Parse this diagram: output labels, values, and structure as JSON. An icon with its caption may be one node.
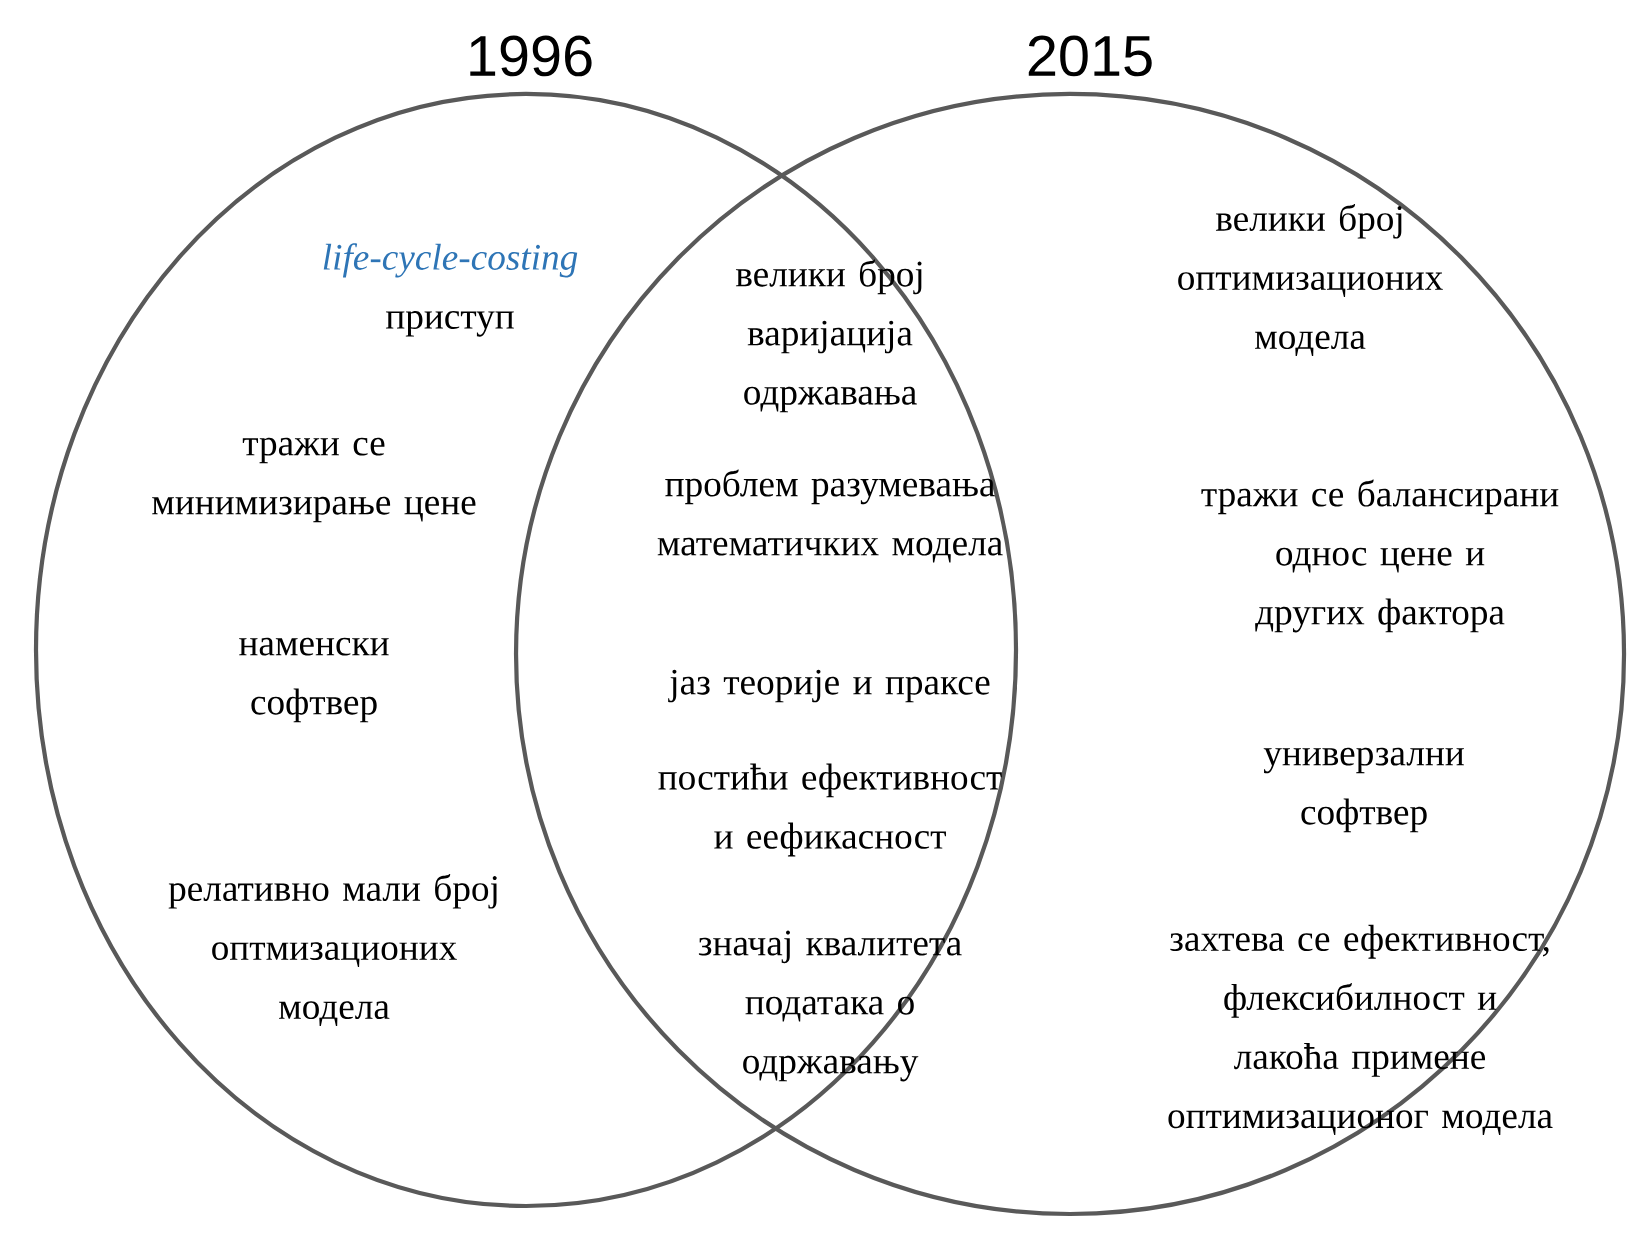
{
  "diagram": {
    "nodes": [
      {
        "text": [
          "1996",
          "*life-cycle-costing* приступ",
          "тражи се минимизирање цене",
          "наменски софтвер",
          "релативно мали број оптмизационих модела"
        ]
      },
      {
        "text": [
          "2015",
          "велики број оптимизационих модела",
          "тражи се балансирани однос цене и других фактора",
          "универзални софтвер",
          "захтева се ефективност, флексибилност и лакоћа примене оптимизационог модела"
        ]
      }
    ],
    "labels": [
      "велики број варијација одржавања",
      "проблем разумевања математичких модела",
      "јаз теорије и праксе",
      "постићи ефективност и еефикасност",
      "значај квалитета података о одржавању"
    ]
  }
}
